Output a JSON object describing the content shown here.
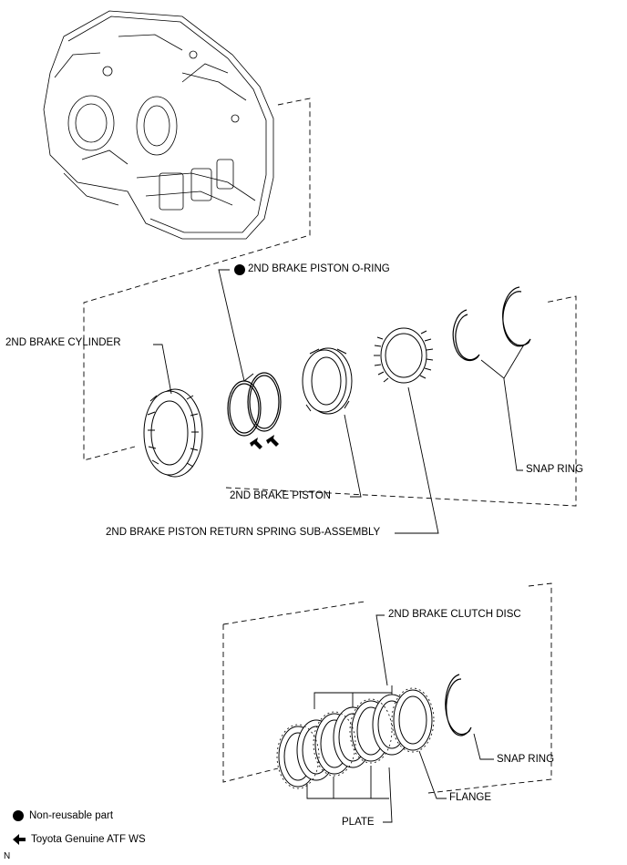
{
  "labels": {
    "o_ring": "2ND BRAKE PISTON O-RING",
    "cylinder": "2ND BRAKE CYLINDER",
    "snap_ring_upper": "SNAP RING",
    "piston": "2ND BRAKE PISTON",
    "return_spring": "2ND BRAKE PISTON RETURN SPRING SUB-ASSEMBLY",
    "clutch_disc": "2ND BRAKE CLUTCH DISC",
    "snap_ring_lower": "SNAP RING",
    "flange": "FLANGE",
    "plate": "PLATE"
  },
  "legend": {
    "non_reusable": "Non-reusable part",
    "atf": "Toyota Genuine ATF WS"
  },
  "figure_code": "N",
  "colors": {
    "line": "#000000",
    "fill": "#ffffff"
  }
}
